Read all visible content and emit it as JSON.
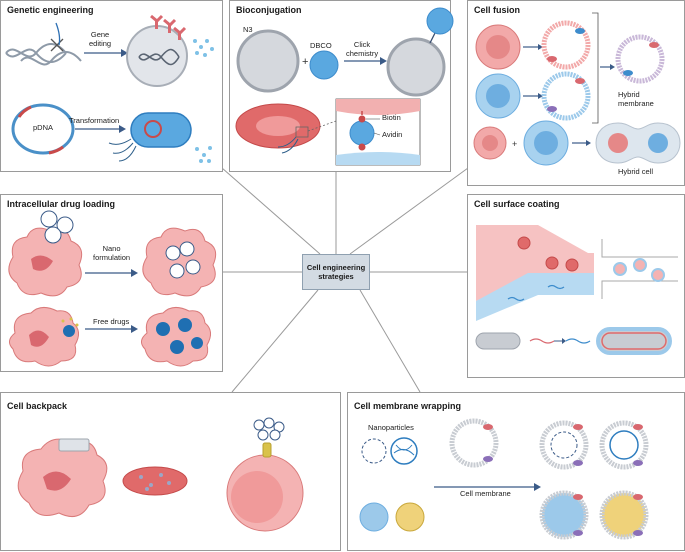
{
  "center": {
    "label": "Cell engineering\nstrategies"
  },
  "panels": {
    "genetic": {
      "title": "Genetic engineering",
      "gene_editing": "Gene\nediting",
      "pdna": "pDNA",
      "transformation": "Transformation"
    },
    "bioconj": {
      "title": "Bioconjugation",
      "n3": "N3",
      "dbco": "DBCO",
      "click": "Click\nchemistry",
      "biotin": "Biotin",
      "avidin": "Avidin"
    },
    "fusion": {
      "title": "Cell fusion",
      "hybrid_membrane": "Hybrid\nmembrane",
      "hybrid_cell": "Hybrid cell"
    },
    "drug": {
      "title": "Intracellular drug loading",
      "nano": "Nano\nformulation",
      "free": "Free drugs"
    },
    "coating": {
      "title": "Cell surface coating"
    },
    "backpack": {
      "title": "Cell backpack"
    },
    "wrapping": {
      "title": "Cell membrane wrapping",
      "nanoparticles": "Nanoparticles",
      "cell_membrane": "Cell membrane"
    }
  },
  "colors": {
    "cell_red": "#ef9f9f",
    "cell_blue": "#9cc9ea",
    "cell_gray": "#c8ccd2",
    "arrow": "#3b5b88",
    "drug_blue": "#1f6fb2"
  }
}
